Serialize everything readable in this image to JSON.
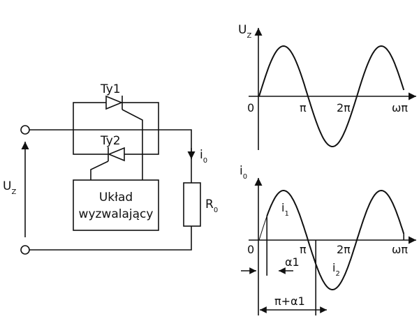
{
  "circuit": {
    "thyristor_top": "Ty1",
    "thyristor_bottom": "Ty2",
    "trigger_block": {
      "line1": "Układ",
      "line2": "wyzwalający"
    },
    "source_voltage": {
      "main": "U",
      "sub": "Z"
    },
    "current": {
      "main": "i",
      "sub": "0"
    },
    "resistor": {
      "main": "R",
      "sub": "0"
    }
  },
  "voltage_plot": {
    "ylabel": {
      "main": "U",
      "sub": "Z"
    },
    "origin": "0",
    "ticks": [
      "π",
      "2π"
    ],
    "xlabel": "ωπ"
  },
  "current_plot": {
    "ylabel": {
      "main": "i",
      "sub": "0"
    },
    "origin": "0",
    "ticks": [
      "π",
      "2π"
    ],
    "xlabel": "ωπ",
    "curve_label_1": {
      "main": "i",
      "sub": "1"
    },
    "curve_label_2": {
      "main": "i",
      "sub": "2"
    },
    "delay_label": "α1",
    "span_label": "π+α1"
  },
  "colors": {
    "ink": "#111111",
    "background": "#ffffff"
  },
  "chart_data": [
    {
      "type": "line",
      "function": "sin",
      "x_range": [
        0,
        2.96
      ],
      "x_units": "π rad",
      "ylim": [
        -1,
        1
      ],
      "grid": false
    },
    {
      "type": "line",
      "function": "phase-controlled sin (thin sin from 0, heavy from α1)",
      "alpha1": 0.16,
      "x_range": [
        0,
        2.96
      ],
      "x_units": "π rad",
      "ylim": [
        -1,
        1
      ],
      "grid": false
    }
  ]
}
